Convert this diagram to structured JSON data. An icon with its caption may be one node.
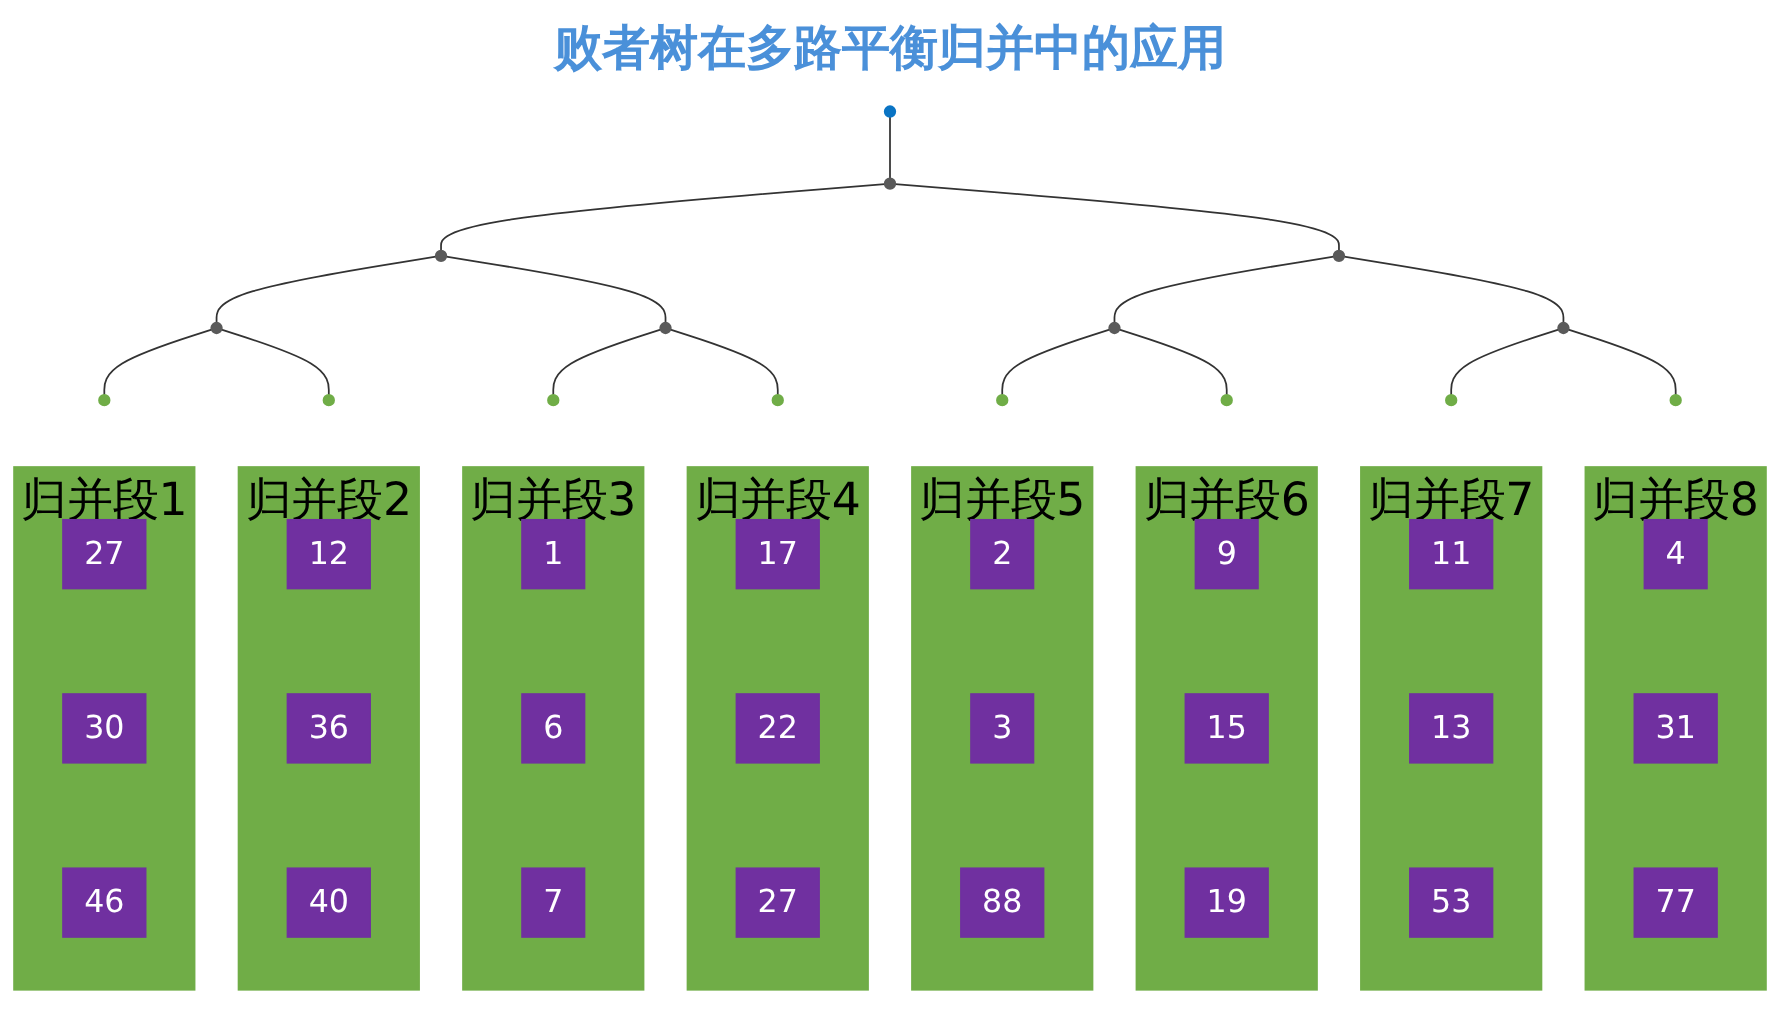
{
  "diagram": {
    "title": "败者树在多路平衡归并中的应用",
    "nodes": [
      {
        "text": [],
        "shape": "circle"
      },
      {
        "text": [],
        "shape": "circle"
      },
      {
        "text": [],
        "shape": "circle"
      },
      {
        "text": [],
        "shape": "circle"
      },
      {
        "text": [],
        "shape": "circle"
      },
      {
        "text": [],
        "shape": "circle"
      },
      {
        "text": [],
        "shape": "circle"
      },
      {
        "text": [],
        "shape": "circle"
      },
      {
        "text": [],
        "shape": "circle"
      },
      {
        "text": [],
        "shape": "circle"
      },
      {
        "text": [],
        "shape": "circle"
      },
      {
        "text": [],
        "shape": "circle"
      },
      {
        "text": [],
        "shape": "circle"
      },
      {
        "text": [],
        "shape": "circle"
      },
      {
        "text": [],
        "shape": "circle"
      },
      {
        "text": [],
        "shape": "circle"
      },
      {
        "text": [
          "归并段1"
        ]
      },
      {
        "text": [
          "27"
        ],
        "in": 16
      },
      {
        "text": [
          "30"
        ],
        "in": 16
      },
      {
        "text": [
          "46"
        ],
        "in": 16
      },
      {
        "text": [
          "归并段2"
        ]
      },
      {
        "text": [
          "12"
        ],
        "in": 20
      },
      {
        "text": [
          "36"
        ],
        "in": 20
      },
      {
        "text": [
          "40"
        ],
        "in": 20
      },
      {
        "text": [
          "归并段3"
        ]
      },
      {
        "text": [
          "1"
        ],
        "in": 24
      },
      {
        "text": [
          "6"
        ],
        "in": 24
      },
      {
        "text": [
          "7"
        ],
        "in": 24
      },
      {
        "text": [
          "归并段4"
        ]
      },
      {
        "text": [
          "17"
        ],
        "in": 28
      },
      {
        "text": [
          "22"
        ],
        "in": 28
      },
      {
        "text": [
          "27"
        ],
        "in": 28
      },
      {
        "text": [
          "归并段5"
        ]
      },
      {
        "text": [
          "2"
        ],
        "in": 32
      },
      {
        "text": [
          "3"
        ],
        "in": 32
      },
      {
        "text": [
          "88"
        ],
        "in": 32
      },
      {
        "text": [
          "归并段6"
        ]
      },
      {
        "text": [
          "9"
        ],
        "in": 36
      },
      {
        "text": [
          "15"
        ],
        "in": 36
      },
      {
        "text": [
          "19"
        ],
        "in": 36
      },
      {
        "text": [
          "归并段7"
        ]
      },
      {
        "text": [
          "11"
        ],
        "in": 40
      },
      {
        "text": [
          "13"
        ],
        "in": 40
      },
      {
        "text": [
          "53"
        ],
        "in": 40
      },
      {
        "text": [
          "归并段8"
        ]
      },
      {
        "text": [
          "4"
        ],
        "in": 44
      },
      {
        "text": [
          "31"
        ],
        "in": 44
      },
      {
        "text": [
          "77"
        ],
        "in": 44
      }
    ],
    "edges": [
      {
        "from": 0,
        "to": 1,
        "arrow": "none"
      },
      {
        "from": 1,
        "to": 2,
        "arrow": "none"
      },
      {
        "from": 1,
        "to": 3,
        "arrow": "none"
      },
      {
        "from": 2,
        "to": 4,
        "arrow": "none"
      },
      {
        "from": 2,
        "to": 5,
        "arrow": "none"
      },
      {
        "from": 3,
        "to": 6,
        "arrow": "none"
      },
      {
        "from": 3,
        "to": 7,
        "arrow": "none"
      },
      {
        "from": 4,
        "to": 8,
        "arrow": "none"
      },
      {
        "from": 4,
        "to": 9,
        "arrow": "none"
      },
      {
        "from": 5,
        "to": 10,
        "arrow": "none"
      },
      {
        "from": 5,
        "to": 11,
        "arrow": "none"
      },
      {
        "from": 6,
        "to": 12,
        "arrow": "none"
      },
      {
        "from": 6,
        "to": 13,
        "arrow": "none"
      },
      {
        "from": 7,
        "to": 14,
        "arrow": "none"
      },
      {
        "from": 7,
        "to": 15,
        "arrow": "none"
      }
    ]
  }
}
